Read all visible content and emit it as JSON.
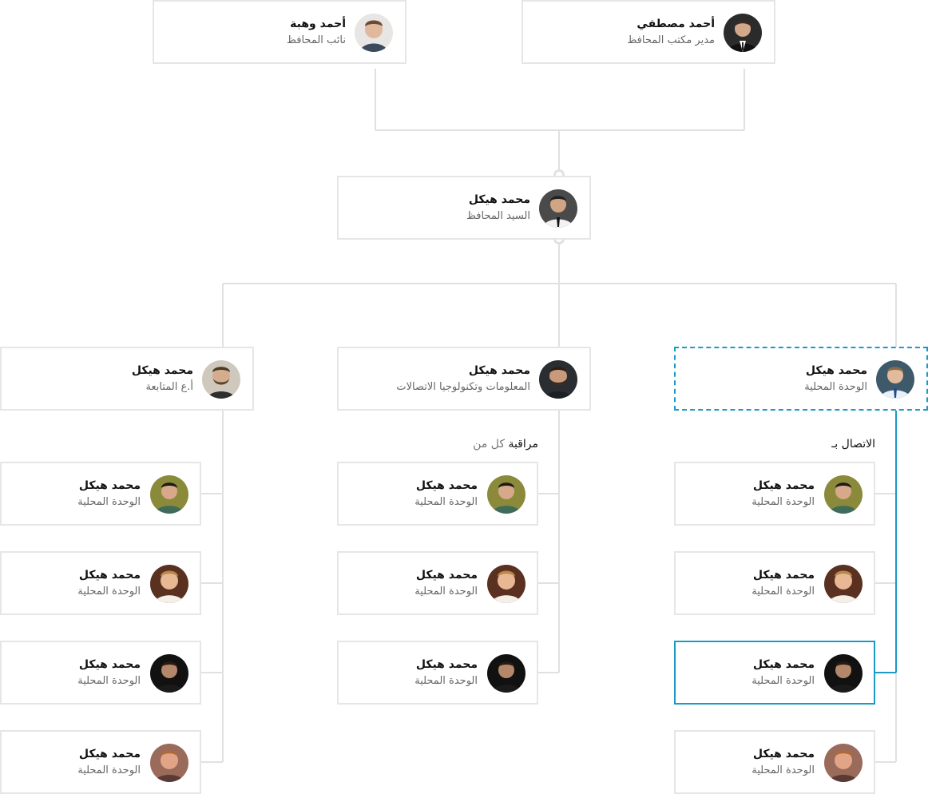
{
  "leaders": [
    {
      "name": "أحمد مصطفي",
      "role": "مدير مكتب المحافظ",
      "avatar_icon": "man-suit-avatar-icon"
    },
    {
      "name": "أحمد وهبة",
      "role": "نائب المحافظ",
      "avatar_icon": "young-man-avatar-icon"
    }
  ],
  "governor": {
    "name": "محمد هيكل",
    "role": "السيد المحافظ",
    "avatar_icon": "man-tie-avatar-icon"
  },
  "departments": [
    {
      "name": "محمد هيكل",
      "role": "الوحدة المحلية",
      "avatar_icon": "man-shirt-avatar-icon"
    },
    {
      "name": "محمد هيكل",
      "role": "المعلومات وتكنولوجيا الاتصالات",
      "avatar_icon": "bearded-man-avatar-icon"
    },
    {
      "name": "محمد هيكل",
      "role": "أ.ع المتابعة",
      "avatar_icon": "man-glasses-avatar-icon"
    }
  ],
  "labels": {
    "right_column": "الاتصال بـ",
    "middle_column_a": "مراقبة",
    "middle_column_b": "كل من"
  },
  "columns": {
    "right": [
      {
        "name": "محمد هيكل",
        "role": "الوحدة المحلية",
        "avatar_icon": "smiling-man-avatar-icon"
      },
      {
        "name": "محمد هيكل",
        "role": "الوحدة المحلية",
        "avatar_icon": "blond-man-avatar-icon"
      },
      {
        "name": "محمد هيكل",
        "role": "الوحدة المحلية",
        "avatar_icon": "dark-man-avatar-icon"
      },
      {
        "name": "محمد هيكل",
        "role": "الوحدة المحلية",
        "avatar_icon": "redhead-man-avatar-icon"
      }
    ],
    "middle": [
      {
        "name": "محمد هيكل",
        "role": "الوحدة المحلية",
        "avatar_icon": "smiling-man-avatar-icon"
      },
      {
        "name": "محمد هيكل",
        "role": "الوحدة المحلية",
        "avatar_icon": "blond-man-avatar-icon"
      },
      {
        "name": "محمد هيكل",
        "role": "الوحدة المحلية",
        "avatar_icon": "dark-man-avatar-icon"
      }
    ],
    "left": [
      {
        "name": "محمد هيكل",
        "role": "الوحدة المحلية",
        "avatar_icon": "smiling-man-avatar-icon"
      },
      {
        "name": "محمد هيكل",
        "role": "الوحدة المحلية",
        "avatar_icon": "blond-man-avatar-icon"
      },
      {
        "name": "محمد هيكل",
        "role": "الوحدة المحلية",
        "avatar_icon": "dark-man-avatar-icon"
      },
      {
        "name": "محمد هيكل",
        "role": "الوحدة المحلية",
        "avatar_icon": "redhead-man-avatar-icon"
      }
    ]
  },
  "colors": {
    "line": "#e1e1e1",
    "accent": "#1a9ac6",
    "card_border": "#e6e6e6"
  }
}
